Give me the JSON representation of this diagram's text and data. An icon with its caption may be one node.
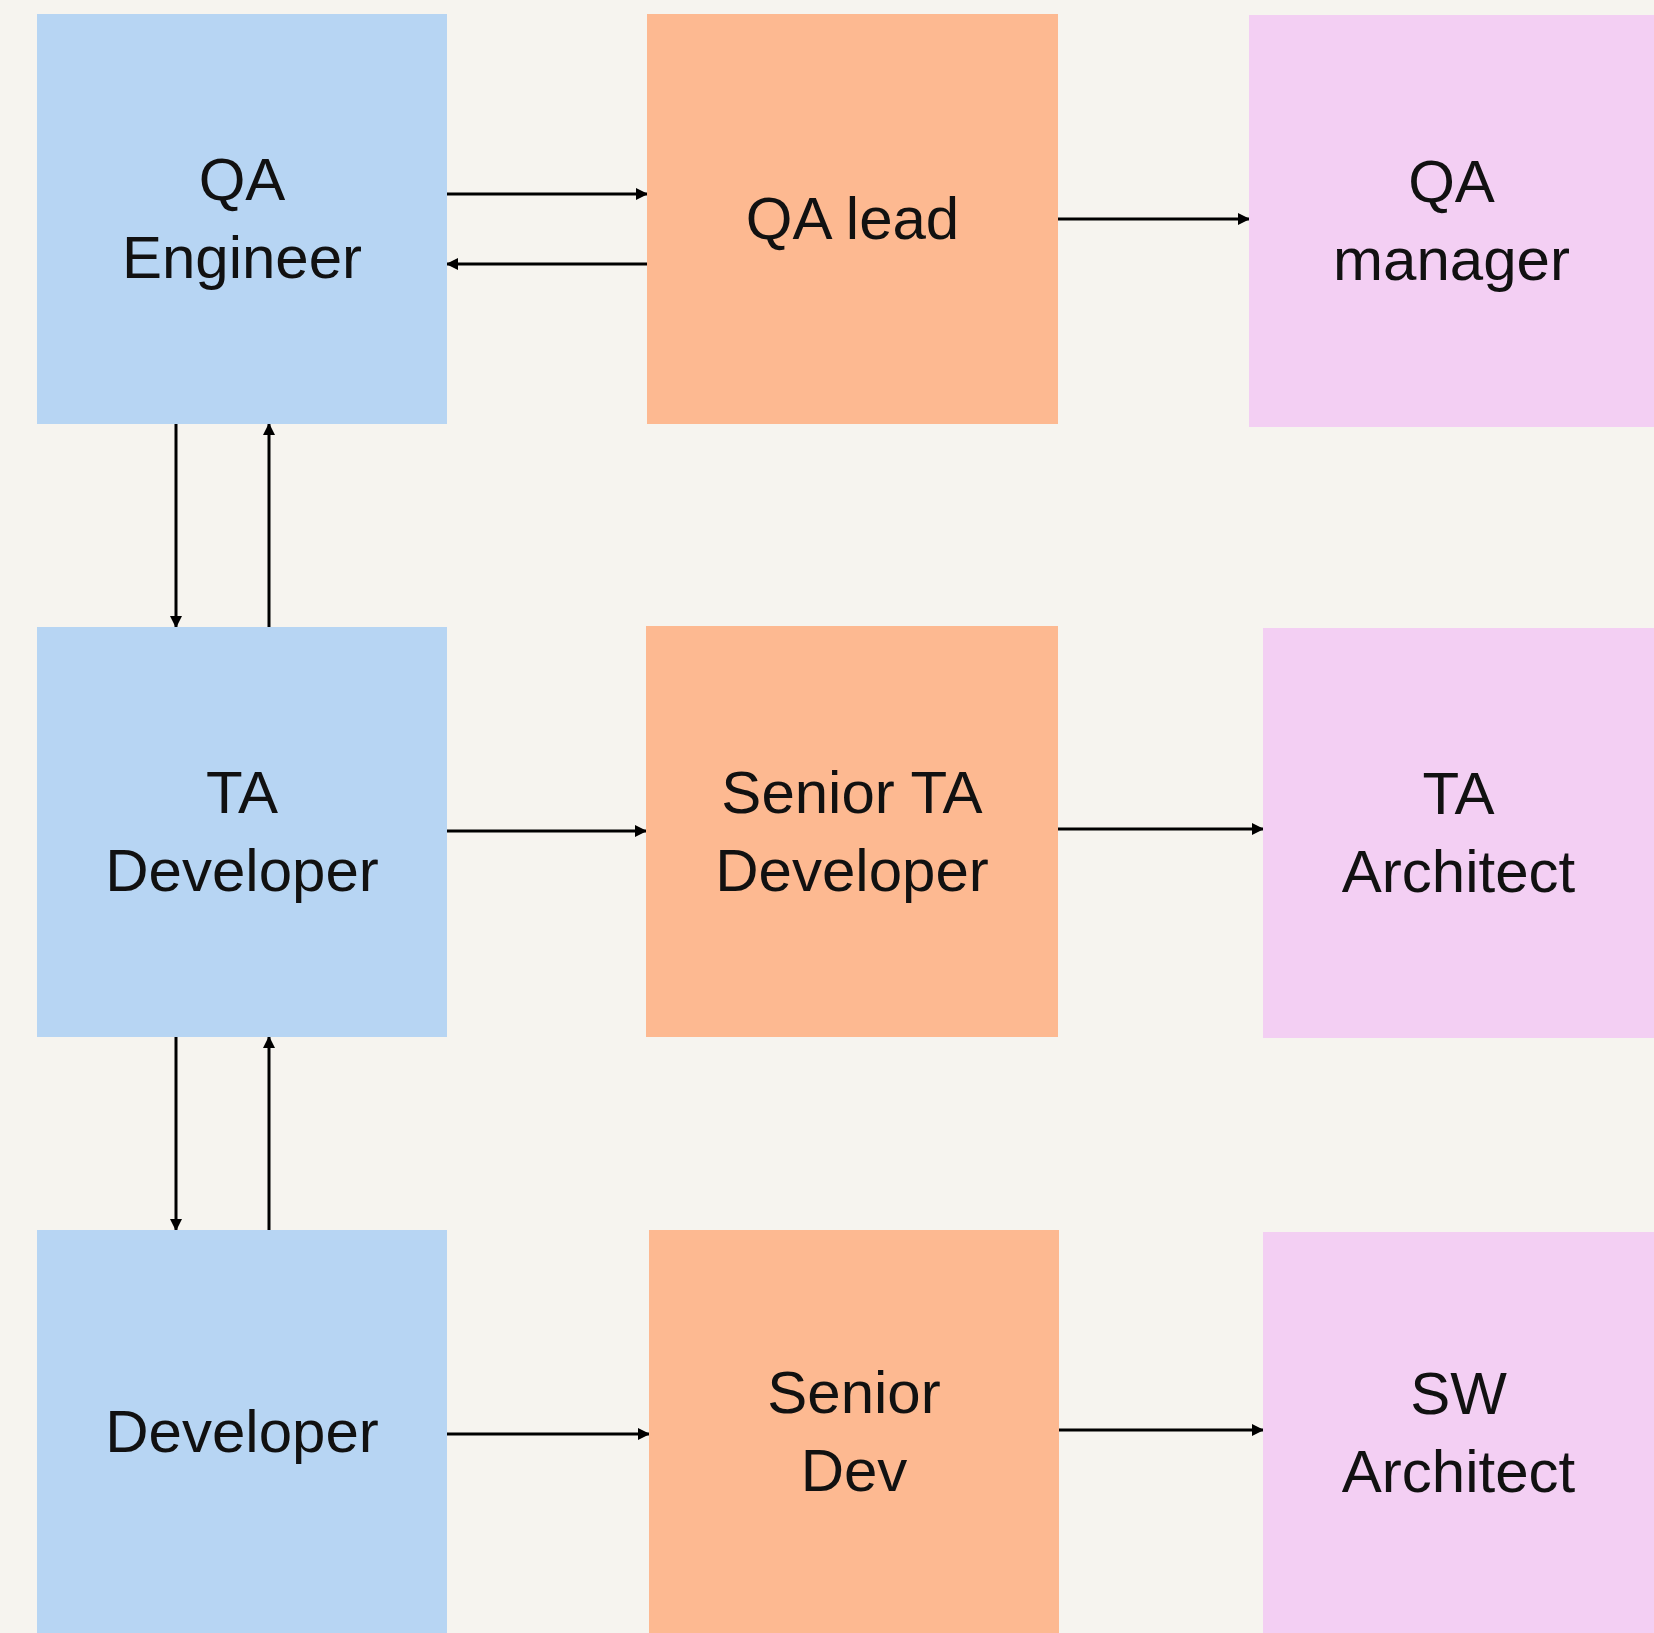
{
  "diagram": {
    "nodes": [
      {
        "text": [
          "QA Engineer"
        ]
      },
      {
        "text": [
          "QA lead"
        ]
      },
      {
        "text": [
          "QA manager"
        ]
      },
      {
        "text": [
          "TA Developer"
        ]
      },
      {
        "text": [
          "Senior TA Developer"
        ]
      },
      {
        "text": [
          "TA Architect"
        ]
      },
      {
        "text": [
          "Developer"
        ]
      },
      {
        "text": [
          "Senior Dev"
        ]
      },
      {
        "text": [
          "SW Architect"
        ]
      }
    ],
    "edges": [
      {
        "from": 0,
        "to": 1,
        "arrow": "to"
      },
      {
        "from": 1,
        "to": 0,
        "arrow": "to"
      },
      {
        "from": 1,
        "to": 2,
        "arrow": "to"
      },
      {
        "from": 0,
        "to": 3,
        "arrow": "to"
      },
      {
        "from": 3,
        "to": 0,
        "arrow": "to"
      },
      {
        "from": 3,
        "to": 4,
        "arrow": "to"
      },
      {
        "from": 4,
        "to": 5,
        "arrow": "to"
      },
      {
        "from": 3,
        "to": 6,
        "arrow": "to"
      },
      {
        "from": 6,
        "to": 3,
        "arrow": "to"
      },
      {
        "from": 6,
        "to": 7,
        "arrow": "to"
      },
      {
        "from": 7,
        "to": 8,
        "arrow": "to"
      }
    ]
  }
}
